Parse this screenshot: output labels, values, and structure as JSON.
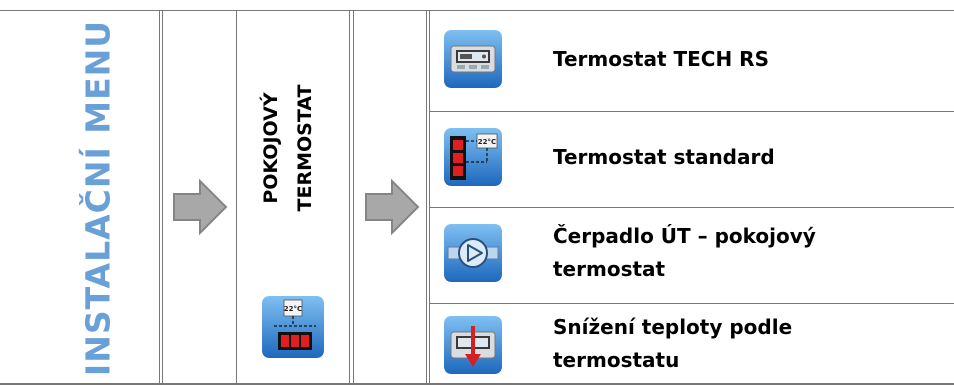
{
  "header": {
    "title": "INSTALAČNÍ MENU",
    "title_color": "#6aa0d8"
  },
  "submenu": {
    "line1": "POKOJOVÝ",
    "line2": "TERMOSTAT",
    "icon": "room-thermostat-standard-icon"
  },
  "options": [
    {
      "label": "Termostat TECH RS",
      "icon": "tech-rs-controller-icon"
    },
    {
      "label": "Termostat standard",
      "icon": "standard-thermostat-icon"
    },
    {
      "label": "Čerpadlo ÚT – pokojový termostat",
      "icon": "circulation-pump-icon"
    },
    {
      "label": "Snížení teploty podle termostatu",
      "icon": "temperature-reduction-icon"
    }
  ],
  "icon_values": {
    "thermostat_temp": "22°C"
  },
  "colors": {
    "icon_blue": "#2f7fcf",
    "relay_red": "#d42020",
    "arrow_grey": "#a8a8a8",
    "rule_grey": "#777777"
  }
}
